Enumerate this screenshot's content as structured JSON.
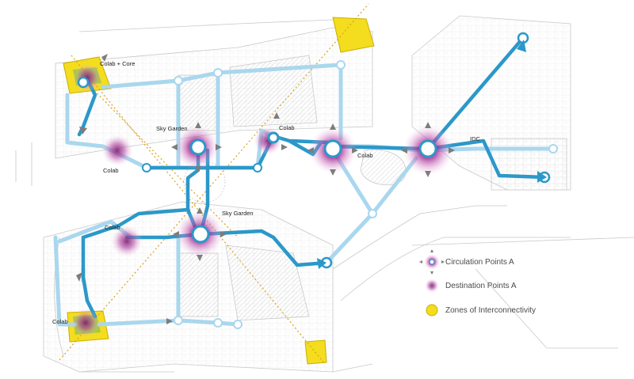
{
  "labels": {
    "colab_core": "Colab + Core",
    "sky_garden_top": "Sky Garden",
    "colab_center": "Colab",
    "colab_right": "Colab",
    "idc": "IDC",
    "colab_left": "Colab",
    "sky_garden_mid": "Sky Garden",
    "colab_mid_left": "Colab",
    "colab_bottom_left": "Colab"
  },
  "legend": {
    "circulation": "Circulation Points A",
    "destination": "Destination Points A",
    "zones": "Zones of Interconnectivity"
  },
  "colors": {
    "primary_path": "#2b98c9",
    "secondary_path": "#a9d7ee",
    "circulation_glow": "#a0238f",
    "zone_yellow": "#f4dc1f",
    "plan_lines": "#cccccc",
    "axis_dotted": "#d9a21b"
  }
}
